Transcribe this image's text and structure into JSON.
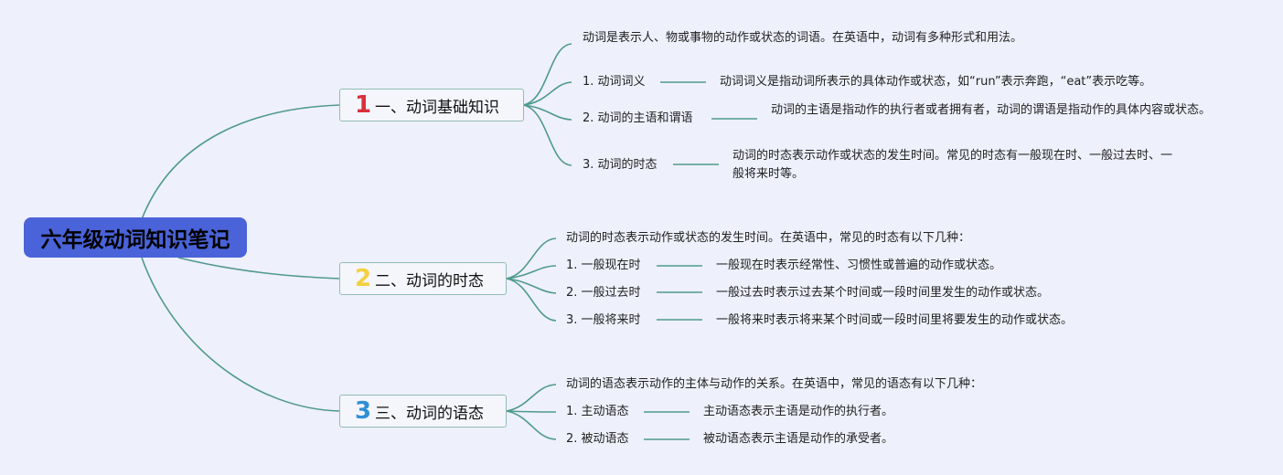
{
  "root": {
    "title": "六年级动词知识笔记"
  },
  "colors": {
    "root_bg": "#4a63d9",
    "link": "#4f9a8c",
    "num1": "#d9303c",
    "num2": "#f4d03f",
    "num3": "#2e8fd6"
  },
  "branches": [
    {
      "number": "1",
      "title": "一、动词基础知识",
      "intro": "动词是表示人、物或事物的动作或状态的词语。在英语中，动词有多种形式和用法。",
      "items": [
        {
          "label": "1. 动词词义",
          "detail": "动词词义是指动词所表示的具体动作或状态，如“run”表示奔跑，“eat”表示吃等。"
        },
        {
          "label": "2. 动词的主语和谓语",
          "detail": "动词的主语是指动作的执行者或者拥有者，动词的谓语是指动作的具体内容或状态。"
        },
        {
          "label": "3. 动词的时态",
          "detail": "动词的时态表示动作或状态的发生时间。常见的时态有一般现在时、一般过去时、一般将来时等。"
        }
      ]
    },
    {
      "number": "2",
      "title": "二、动词的时态",
      "intro": "动词的时态表示动作或状态的发生时间。在英语中，常见的时态有以下几种：",
      "items": [
        {
          "label": "1. 一般现在时",
          "detail": "一般现在时表示经常性、习惯性或普遍的动作或状态。"
        },
        {
          "label": "2. 一般过去时",
          "detail": "一般过去时表示过去某个时间或一段时间里发生的动作或状态。"
        },
        {
          "label": "3. 一般将来时",
          "detail": "一般将来时表示将来某个时间或一段时间里将要发生的动作或状态。"
        }
      ]
    },
    {
      "number": "3",
      "title": "三、动词的语态",
      "intro": "动词的语态表示动作的主体与动作的关系。在英语中，常见的语态有以下几种：",
      "items": [
        {
          "label": "1. 主动语态",
          "detail": "主动语态表示主语是动作的执行者。"
        },
        {
          "label": "2. 被动语态",
          "detail": "被动语态表示主语是动作的承受者。"
        }
      ]
    }
  ]
}
